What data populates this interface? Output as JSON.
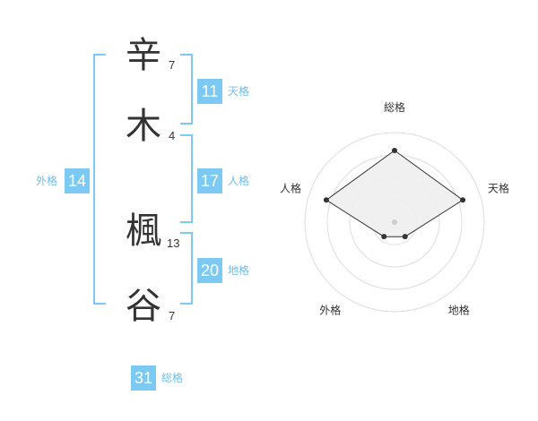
{
  "name": {
    "characters": [
      {
        "char": "辛",
        "strokes": "7"
      },
      {
        "char": "木",
        "strokes": "4"
      },
      {
        "char": "楓",
        "strokes": "13"
      },
      {
        "char": "谷",
        "strokes": "7"
      }
    ]
  },
  "fortunes": {
    "tenkaku": {
      "value": "11",
      "label": "天格"
    },
    "jinkaku": {
      "value": "17",
      "label": "人格"
    },
    "chikaku": {
      "value": "20",
      "label": "地格"
    },
    "gaikaku": {
      "value": "14",
      "label": "外格"
    },
    "soukaku": {
      "value": "31",
      "label": "総格"
    }
  },
  "radar": {
    "axes": [
      "総格",
      "天格",
      "地格",
      "外格",
      "人格"
    ],
    "values": [
      0.8,
      0.8,
      0.2,
      0.2,
      0.8
    ],
    "rings": 4,
    "fill_color": "#eeeeee",
    "line_color": "#333333"
  }
}
